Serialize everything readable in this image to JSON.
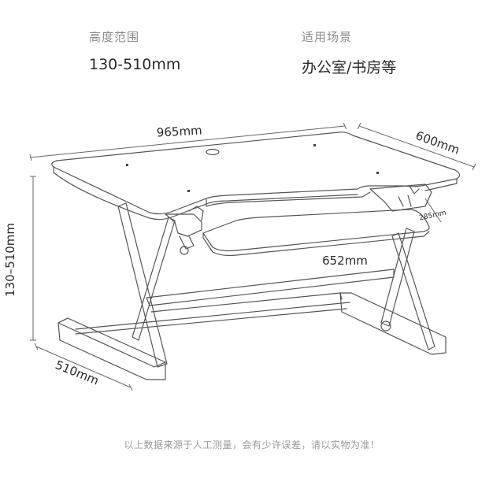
{
  "specs": {
    "height": {
      "label": "高度范围",
      "value": "130-510mm"
    },
    "scene": {
      "label": "适用场景",
      "value": "办公室/书房等"
    }
  },
  "dimensions": {
    "width": "965mm",
    "depth": "600mm",
    "tray_depth": "285mm",
    "tray_width": "652mm",
    "height_range": "130–510mm",
    "base_depth": "510mm"
  },
  "note": "以上数据来源于人工测量，会有少许误差，请以实物为准！",
  "colors": {
    "line": "#555555",
    "text": "#2a2a2a",
    "label": "#8a8a8a",
    "note": "#9a9a9a"
  }
}
